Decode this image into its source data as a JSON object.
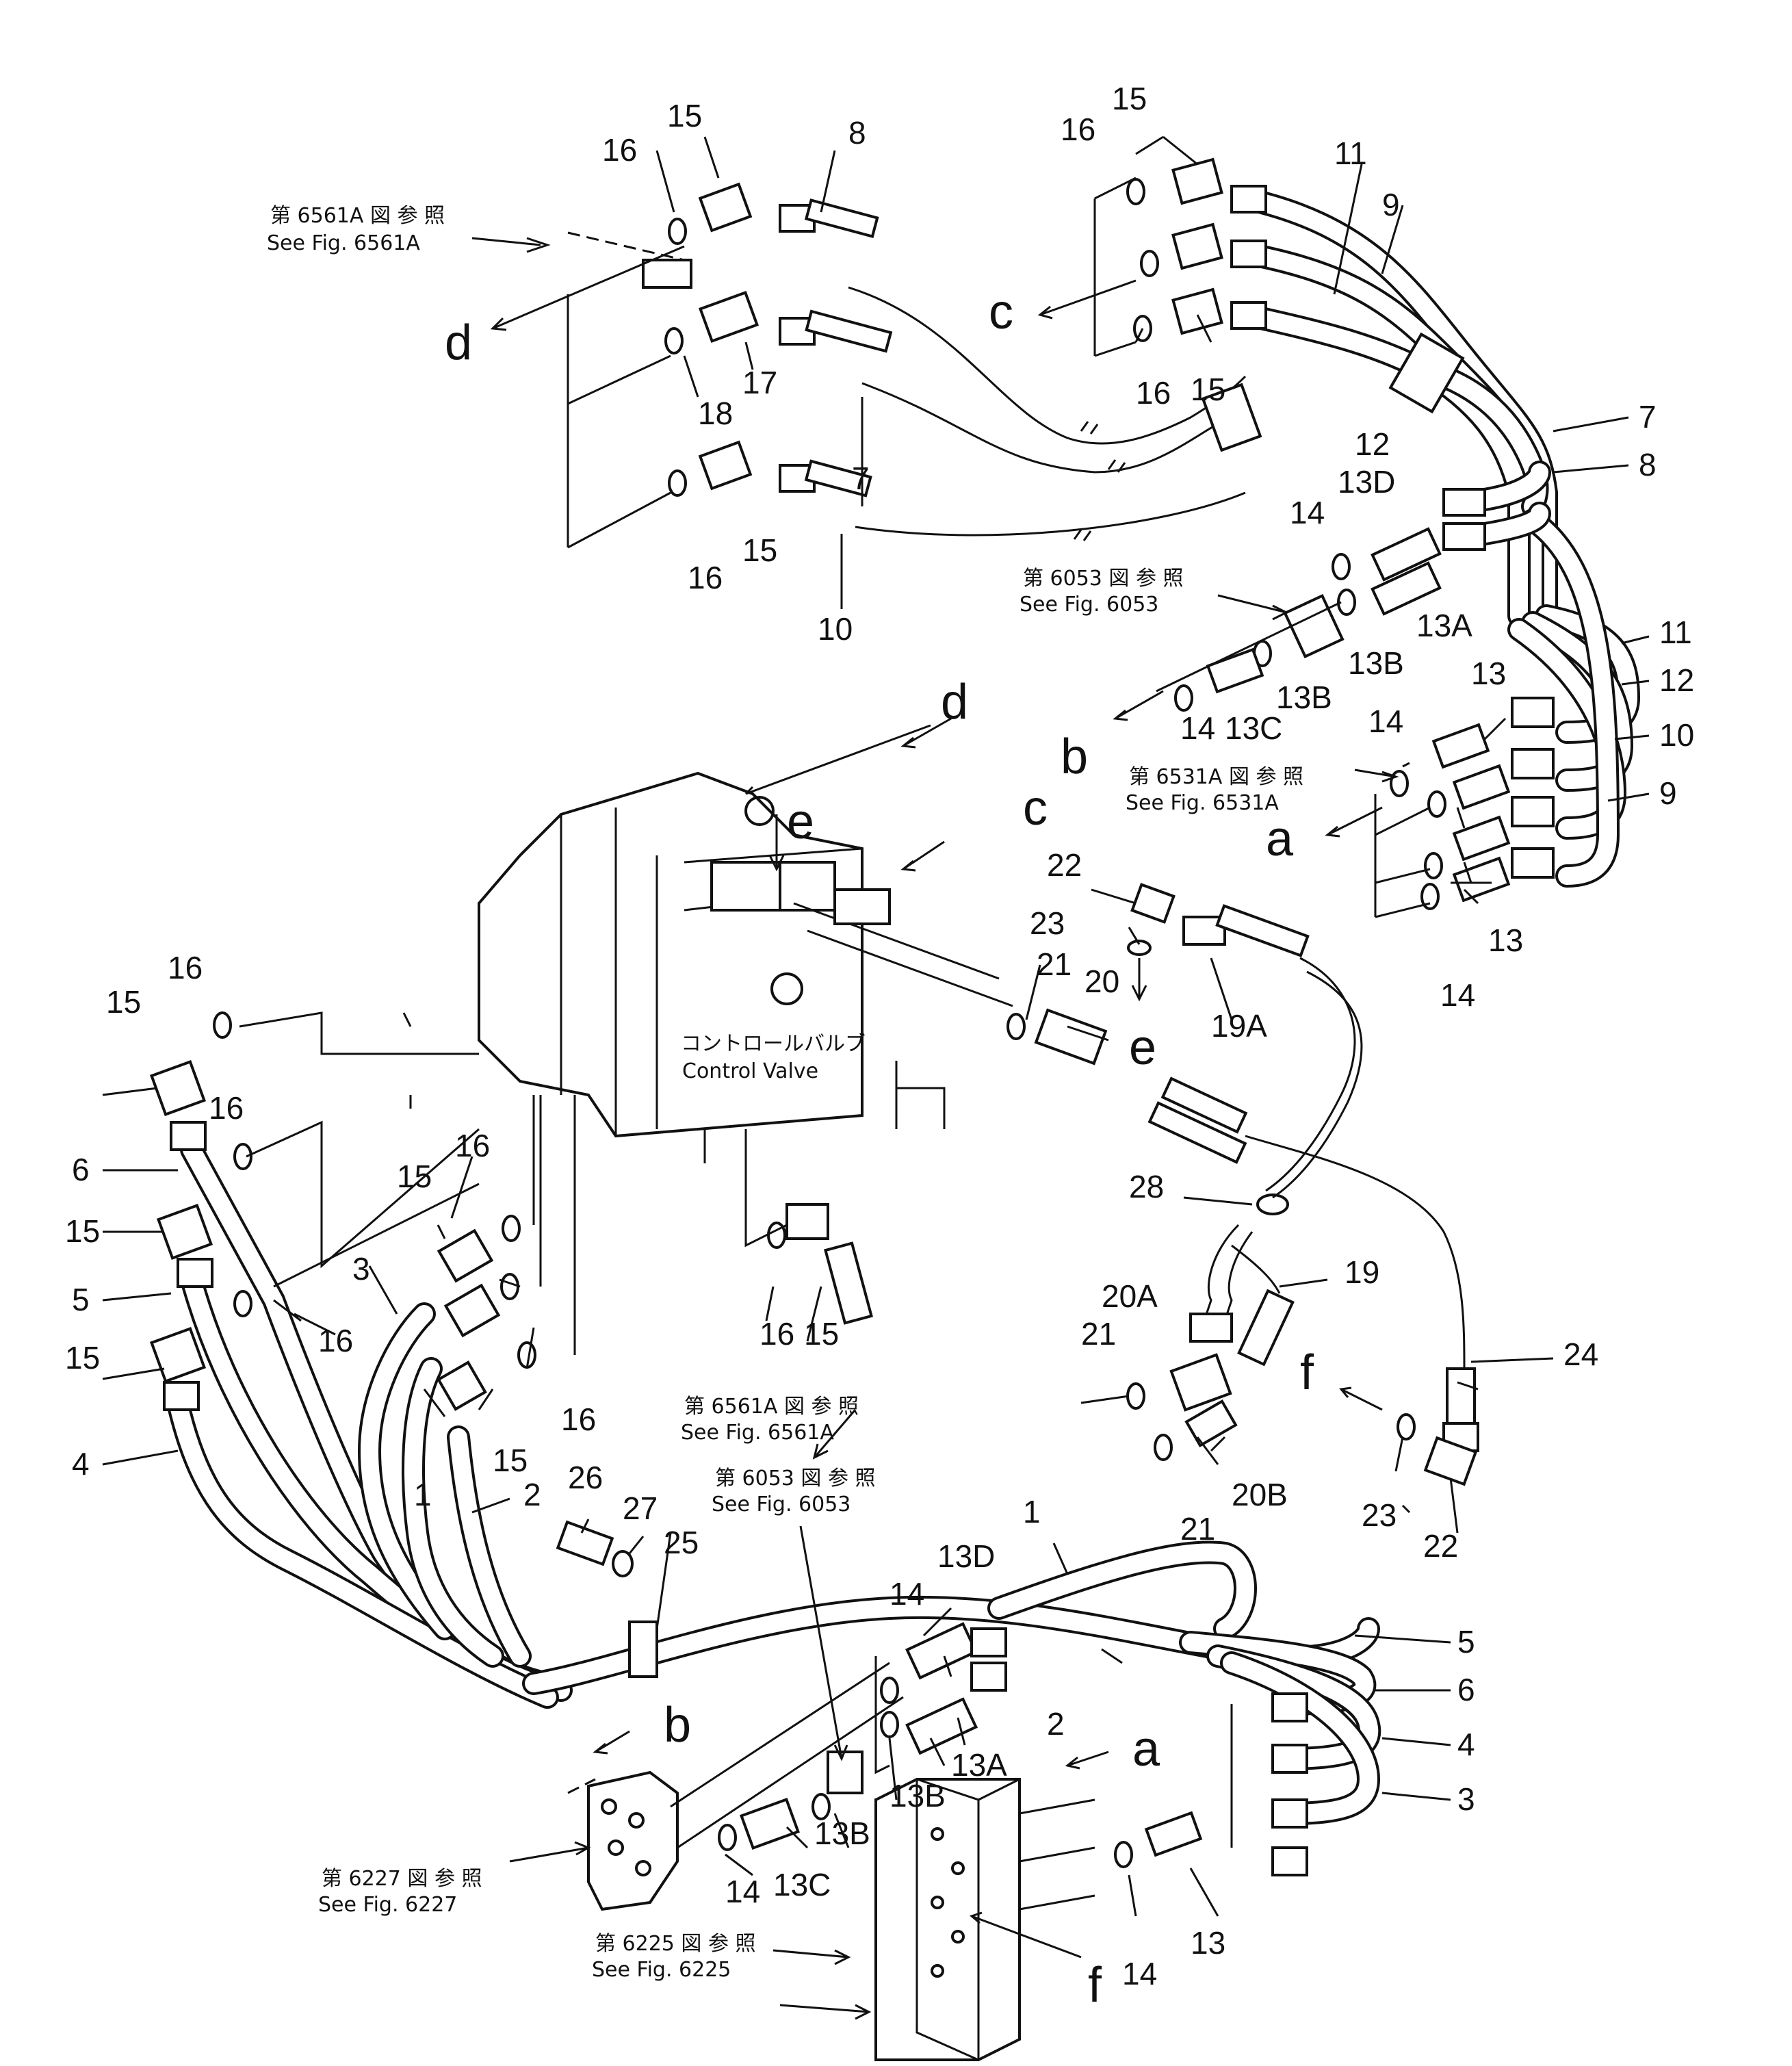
{
  "refs": {
    "r6561a_top_jp": "第 6561A 図 参 照",
    "r6561a_top_en": "See Fig. 6561A",
    "r6053_top_jp": "第 6053 図 参 照",
    "r6053_top_en": "See Fig. 6053",
    "r6531a_jp": "第 6531A 図 参 照",
    "r6531a_en": "See Fig. 6531A",
    "r6561a_mid_jp": "第 6561A 図 参 照",
    "r6561a_mid_en": "See Fig. 6561A",
    "r6053_mid_jp": "第 6053 図 参 照",
    "r6053_mid_en": "See Fig. 6053",
    "r6227_jp": "第 6227 図 参 照",
    "r6227_en": "See Fig. 6227",
    "r6225_jp": "第 6225 図 参 照",
    "r6225_en": "See Fig. 6225"
  },
  "control_valve": {
    "jp": "コントロールバルブ",
    "en": "Control Valve"
  },
  "letters": {
    "a": "a",
    "b": "b",
    "c": "c",
    "d": "d",
    "e": "e",
    "f": "f"
  },
  "parts": {
    "p1": "1",
    "p2": "2",
    "p3": "3",
    "p4": "4",
    "p5": "5",
    "p6": "6",
    "p7": "7",
    "p8": "8",
    "p9": "9",
    "p10": "10",
    "p11": "11",
    "p12": "12",
    "p13": "13",
    "p13a": "13A",
    "p13b": "13B",
    "p13c": "13C",
    "p13d": "13D",
    "p14": "14",
    "p15": "15",
    "p16": "16",
    "p17": "17",
    "p18": "18",
    "p19": "19",
    "p19a": "19A",
    "p20": "20",
    "p20a": "20A",
    "p20b": "20B",
    "p21": "21",
    "p22": "22",
    "p23": "23",
    "p24": "24",
    "p25": "25",
    "p26": "26",
    "p27": "27",
    "p28": "28"
  }
}
